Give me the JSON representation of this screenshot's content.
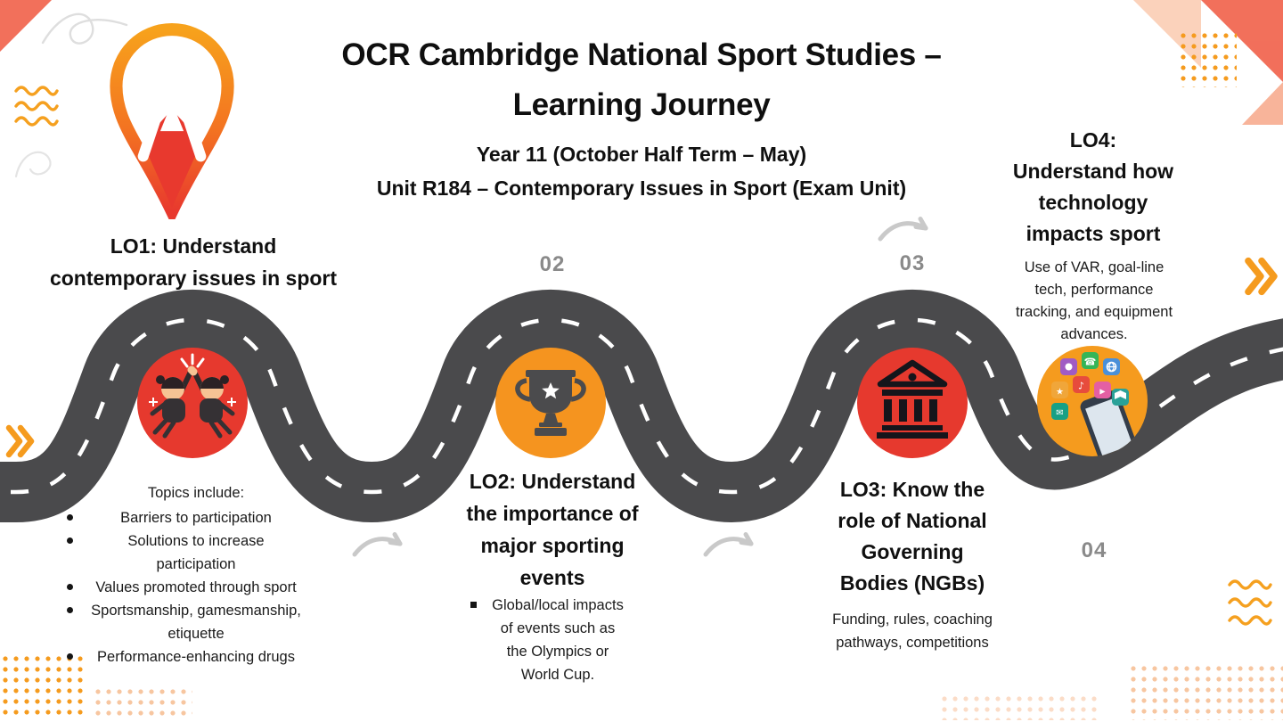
{
  "header": {
    "title": "OCR Cambridge National Sport Studies –\nLearning Journey",
    "subtitle_line1": "Year 11 (October Half Term – May)",
    "subtitle_line2": "Unit R184 – Contemporary Issues in Sport (Exam Unit)"
  },
  "milestones": {
    "lo1": {
      "heading": "LO1: Understand\ncontemporary issues in sport",
      "topics_label": "Topics include:",
      "bullets": [
        "Barriers to participation",
        "Solutions to increase\nparticipation",
        "Values promoted through sport",
        "Sportsmanship, gamesmanship,\netiquette",
        "Performance-enhancing drugs"
      ],
      "icon": "high-five-illustration",
      "circle_color": "#e6392e"
    },
    "lo2": {
      "number": "02",
      "heading": "LO2: Understand\nthe importance of\nmajor sporting\nevents",
      "bullet": "Global/local impacts\nof events such as\nthe Olympics or\nWorld Cup.",
      "icon": "trophy-icon",
      "circle_color": "#f5941f"
    },
    "lo3": {
      "number": "03",
      "heading": "LO3: Know the\nrole of National\nGoverning\nBodies (NGBs)",
      "description": "Funding, rules, coaching\npathways, competitions",
      "icon": "bank-building-icon",
      "circle_color": "#e6392e"
    },
    "lo4": {
      "number": "04",
      "heading": "LO4:\nUnderstand how\ntechnology\nimpacts sport",
      "description": "Use of VAR, goal-line\ntech, performance\ntracking, and equipment\nadvances.",
      "icon": "technology-apps-icon",
      "circle_color": "#f59b1e"
    }
  },
  "decor": {
    "road_color": "#4a4a4c",
    "dash_color": "#ffffff",
    "accent_orange": "#f5941f",
    "accent_red": "#e6392e",
    "coral": "#f2705b",
    "peach": "#fbd2bb",
    "arrow_gray": "#c9c9c9",
    "icons": [
      "double-chevron-icon",
      "curved-arrow-icon",
      "wave-lines-icon",
      "dot-grid-icon",
      "corner-triangle-icon",
      "brand-logo"
    ]
  }
}
